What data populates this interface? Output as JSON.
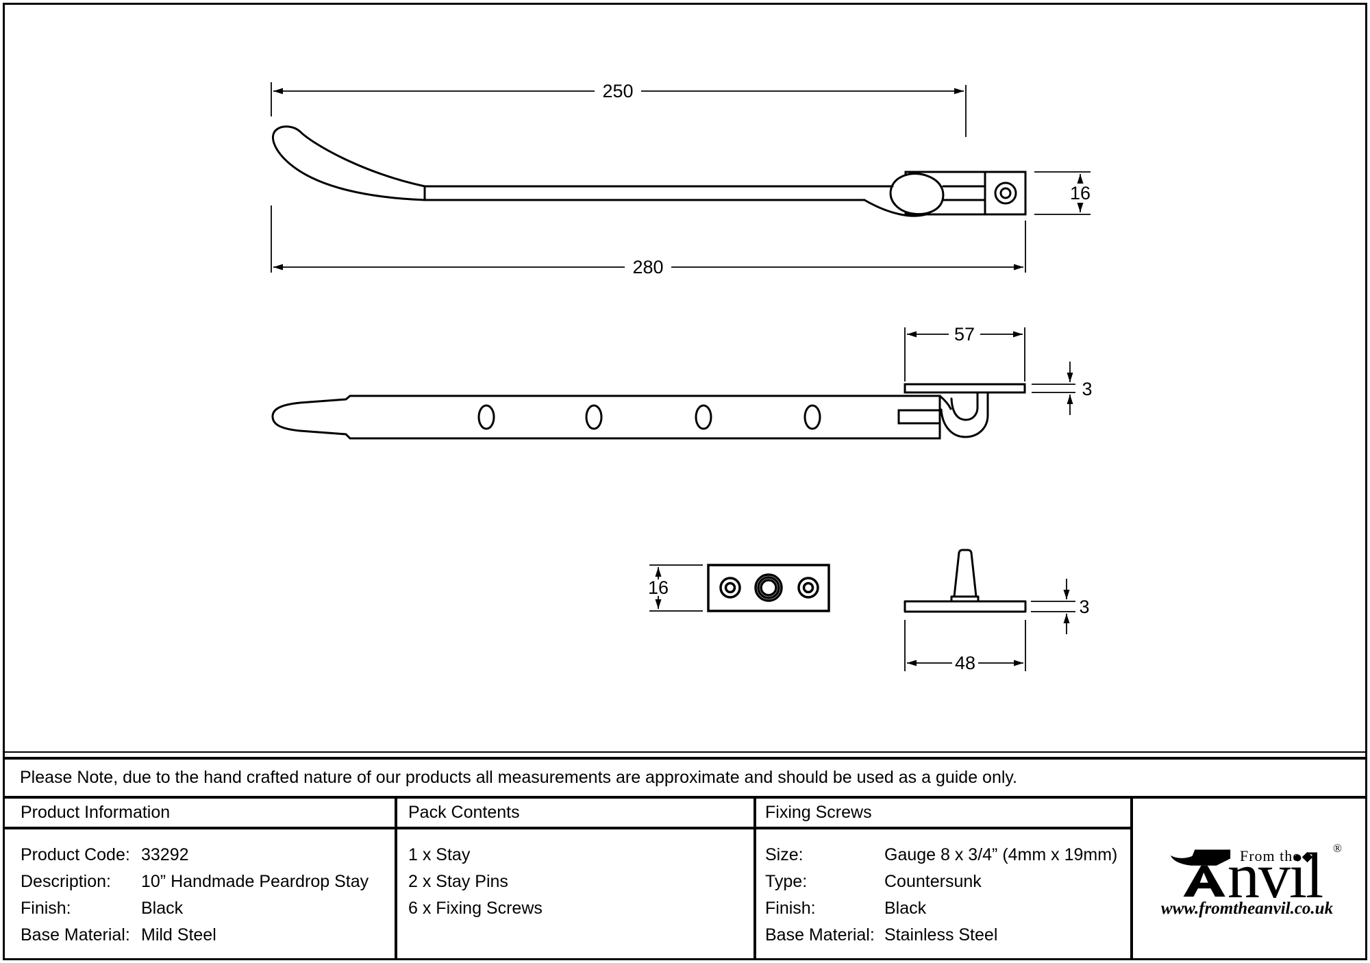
{
  "drawing": {
    "dim_stay_length": "250",
    "dim_overall_length": "280",
    "dim_bracket_height": "16",
    "dim_keep_width": "57",
    "dim_keep_thickness": "3",
    "dim_keep_plate_height": "16",
    "dim_pin_plate_thickness": "3",
    "dim_pin_base_width": "48"
  },
  "note": "Please Note, due to the hand crafted nature of our products all measurements are approximate and should be used as a guide only.",
  "table": {
    "product_information": {
      "header": "Product Information",
      "rows": [
        {
          "label": "Product Code:",
          "value": "33292"
        },
        {
          "label": "Description:",
          "value": "10” Handmade Peardrop Stay"
        },
        {
          "label": "Finish:",
          "value": "Black"
        },
        {
          "label": "Base Material:",
          "value": "Mild Steel"
        }
      ]
    },
    "pack_contents": {
      "header": "Pack Contents",
      "items": [
        "1 x Stay",
        "2 x Stay Pins",
        "6 x Fixing Screws"
      ]
    },
    "fixing_screws": {
      "header": "Fixing Screws",
      "rows": [
        {
          "label": "Size:",
          "value": "Gauge 8 x 3/4” (4mm x 19mm)"
        },
        {
          "label": "Type:",
          "value": "Countersunk"
        },
        {
          "label": "Finish:",
          "value": "Black"
        },
        {
          "label": "Base Material:",
          "value": "Stainless Steel"
        }
      ]
    }
  },
  "logo": {
    "prefix": "From the",
    "name": "nvil",
    "registered": "®",
    "url": "www.fromtheanvil.co.uk"
  }
}
